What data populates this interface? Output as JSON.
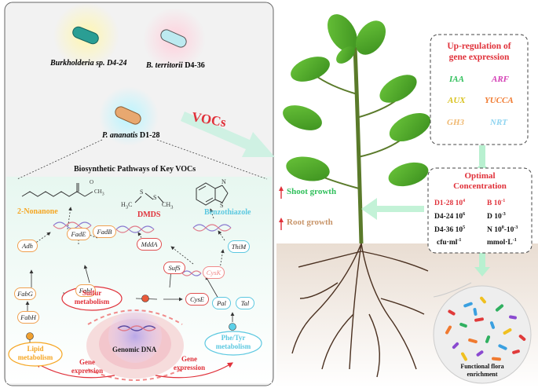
{
  "strains": {
    "burkholderia": "Burkholderia sp. D4-24",
    "territorii_name": "B. territorii",
    "territorii_code": "D4-36",
    "ananatis_name": "P. ananatis",
    "ananatis_code": "D1-28"
  },
  "vocs_label": "VOCs",
  "pathway": {
    "title": "Biosynthetic Pathways of Key VOCs",
    "compounds": {
      "nonanone": "2-Nonanone",
      "dmds": "DMDS",
      "benzothiazole": "Benzothiazole",
      "ch3": "CH",
      "ch3_sub": "3",
      "h3c": "H",
      "h3c_sub": "3",
      "h3c_c": "C",
      "s": "S",
      "n": "N"
    },
    "genes": {
      "adh": "Adh",
      "fade": "FadE",
      "fadb": "FadB",
      "fabi": "FabI",
      "fabg": "FabG",
      "fabh": "FabH",
      "mdda": "MddA",
      "sufs": "SufS",
      "cysk": "CysK",
      "cyse": "CysE",
      "thim": "ThiM",
      "pal": "Pal",
      "tal": "Tal"
    },
    "metabolism": {
      "sulfur_1": "Sulfur",
      "sulfur_2": "metabolism",
      "lipid_1": "Lipid",
      "lipid_2": "metabolism",
      "phetyr_1": "Phe/Tyr",
      "phetyr_2": "metabolism"
    },
    "genomic_dna": "Genomic DNA",
    "gene_expression": "Gene",
    "gene_expression_2": "expression"
  },
  "plant": {
    "shoot_growth": "Shoot growth",
    "root_growth": "Root growth"
  },
  "upregulation": {
    "title_1": "Up-regulation of",
    "title_2": "gene expression",
    "genes": [
      {
        "name": "IAA",
        "color": "#2fbf5a"
      },
      {
        "name": "ARF",
        "color": "#d43fb5"
      },
      {
        "name": "AUX",
        "color": "#d9c21e"
      },
      {
        "name": "YUCCA",
        "color": "#f07a30"
      },
      {
        "name": "GH3",
        "color": "#f0b870"
      },
      {
        "name": "NRT",
        "color": "#8fd4f0"
      }
    ]
  },
  "optimal": {
    "title_1": "Optimal",
    "title_2": "Concentration",
    "rows": [
      {
        "strain": "D1-28",
        "cfu": "10",
        "cfu_exp": "4",
        "voc": "B",
        "conc": "10",
        "conc_exp": "-1",
        "color": "#e0313a"
      },
      {
        "strain": "D4-24",
        "cfu": "10",
        "cfu_exp": "6",
        "voc": "D",
        "conc": "10",
        "conc_exp": "-3",
        "color": "#111111"
      },
      {
        "strain": "D4-36",
        "cfu": "10",
        "cfu_exp": "5",
        "voc": "N",
        "conc": "10",
        "conc_exp": "0",
        "conc_tail": "-10",
        "conc_tail_exp": "-3",
        "color": "#111111"
      }
    ],
    "unit_cfu": "cfu·ml",
    "unit_cfu_exp": "-1",
    "unit_conc": "mmol·L",
    "unit_conc_exp": "-1"
  },
  "flora": {
    "label_1": "Functional flora",
    "label_2": "enrichment"
  },
  "colors": {
    "orange": "#f5a623",
    "red": "#e0313a",
    "cyan": "#5cc8e0",
    "pink": "#f08a8a",
    "green": "#2fbf5a",
    "brown": "#c8956a"
  }
}
